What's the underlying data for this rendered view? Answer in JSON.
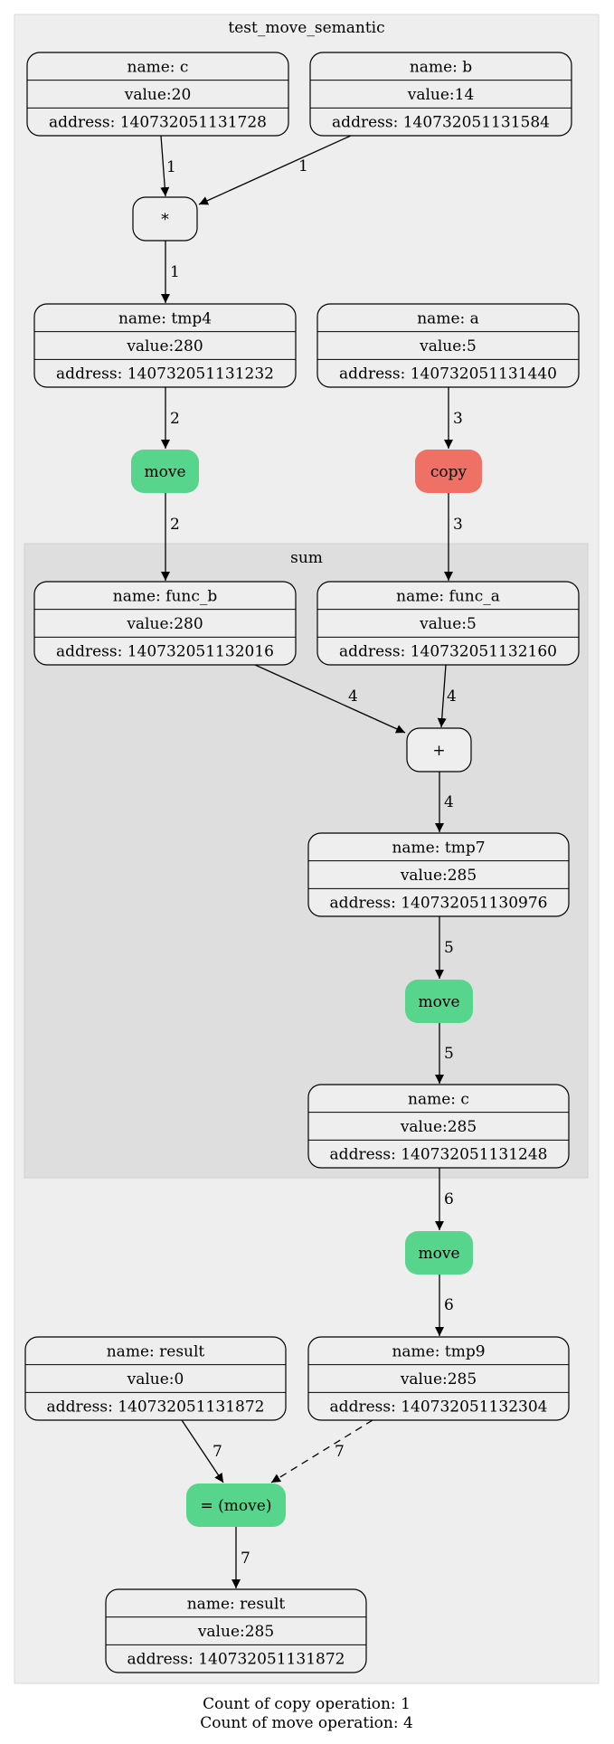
{
  "colors": {
    "outer_cluster_bg": "#eeeeee",
    "inner_cluster_bg": "#dedede",
    "cluster_border": "#d9d9d9",
    "var_node_bg": "#eeeeee",
    "move_op": "#57d58c",
    "copy_op": "#ef7064",
    "edge": "#000000"
  },
  "graph": {
    "outer_cluster_label": "test_move_semantic",
    "inner_cluster_label": "sum"
  },
  "variables": [
    {
      "id": "c0",
      "name": "name: c",
      "value": "value:20",
      "address": "address: 140732051131728"
    },
    {
      "id": "b0",
      "name": "name: b",
      "value": "value:14",
      "address": "address: 140732051131584"
    },
    {
      "id": "tmp4",
      "name": "name: tmp4",
      "value": "value:280",
      "address": "address: 140732051131232"
    },
    {
      "id": "a0",
      "name": "name: a",
      "value": "value:5",
      "address": "address: 140732051131440"
    },
    {
      "id": "funcb",
      "name": "name: func_b",
      "value": "value:280",
      "address": "address: 140732051132016"
    },
    {
      "id": "funca",
      "name": "name: func_a",
      "value": "value:5",
      "address": "address: 140732051132160"
    },
    {
      "id": "tmp7",
      "name": "name: tmp7",
      "value": "value:285",
      "address": "address: 140732051130976"
    },
    {
      "id": "c1",
      "name": "name: c",
      "value": "value:285",
      "address": "address: 140732051131248"
    },
    {
      "id": "result0",
      "name": "name: result",
      "value": "value:0",
      "address": "address: 140732051131872"
    },
    {
      "id": "tmp9",
      "name": "name: tmp9",
      "value": "value:285",
      "address": "address: 140732051132304"
    },
    {
      "id": "result1",
      "name": "name: result",
      "value": "value:285",
      "address": "address: 140732051131872"
    }
  ],
  "operations": [
    {
      "id": "mul",
      "label": "*",
      "kind": "plain"
    },
    {
      "id": "move1",
      "label": "move",
      "kind": "move"
    },
    {
      "id": "copy1",
      "label": "copy",
      "kind": "copy"
    },
    {
      "id": "plus",
      "label": "+",
      "kind": "plain"
    },
    {
      "id": "move2",
      "label": "move",
      "kind": "move"
    },
    {
      "id": "move3",
      "label": "move",
      "kind": "move"
    },
    {
      "id": "assign",
      "label": "= (move)",
      "kind": "move"
    }
  ],
  "edges": [
    {
      "from": "c0",
      "to": "mul",
      "label": "1",
      "style": "solid"
    },
    {
      "from": "b0",
      "to": "mul",
      "label": "1",
      "style": "solid"
    },
    {
      "from": "mul",
      "to": "tmp4",
      "label": "1",
      "style": "solid"
    },
    {
      "from": "tmp4",
      "to": "move1",
      "label": "2",
      "style": "solid"
    },
    {
      "from": "move1",
      "to": "funcb",
      "label": "2",
      "style": "solid"
    },
    {
      "from": "a0",
      "to": "copy1",
      "label": "3",
      "style": "solid"
    },
    {
      "from": "copy1",
      "to": "funca",
      "label": "3",
      "style": "solid"
    },
    {
      "from": "funcb",
      "to": "plus",
      "label": "4",
      "style": "solid"
    },
    {
      "from": "funca",
      "to": "plus",
      "label": "4",
      "style": "solid"
    },
    {
      "from": "plus",
      "to": "tmp7",
      "label": "4",
      "style": "solid"
    },
    {
      "from": "tmp7",
      "to": "move2",
      "label": "5",
      "style": "solid"
    },
    {
      "from": "move2",
      "to": "c1",
      "label": "5",
      "style": "solid"
    },
    {
      "from": "c1",
      "to": "move3",
      "label": "6",
      "style": "solid"
    },
    {
      "from": "move3",
      "to": "tmp9",
      "label": "6",
      "style": "solid"
    },
    {
      "from": "result0",
      "to": "assign",
      "label": "7",
      "style": "solid"
    },
    {
      "from": "tmp9",
      "to": "assign",
      "label": "7",
      "style": "dashed"
    },
    {
      "from": "assign",
      "to": "result1",
      "label": "7",
      "style": "solid"
    }
  ],
  "footer": {
    "copy_count": "Count of copy operation: 1",
    "move_count": "Count of move operation: 4"
  }
}
